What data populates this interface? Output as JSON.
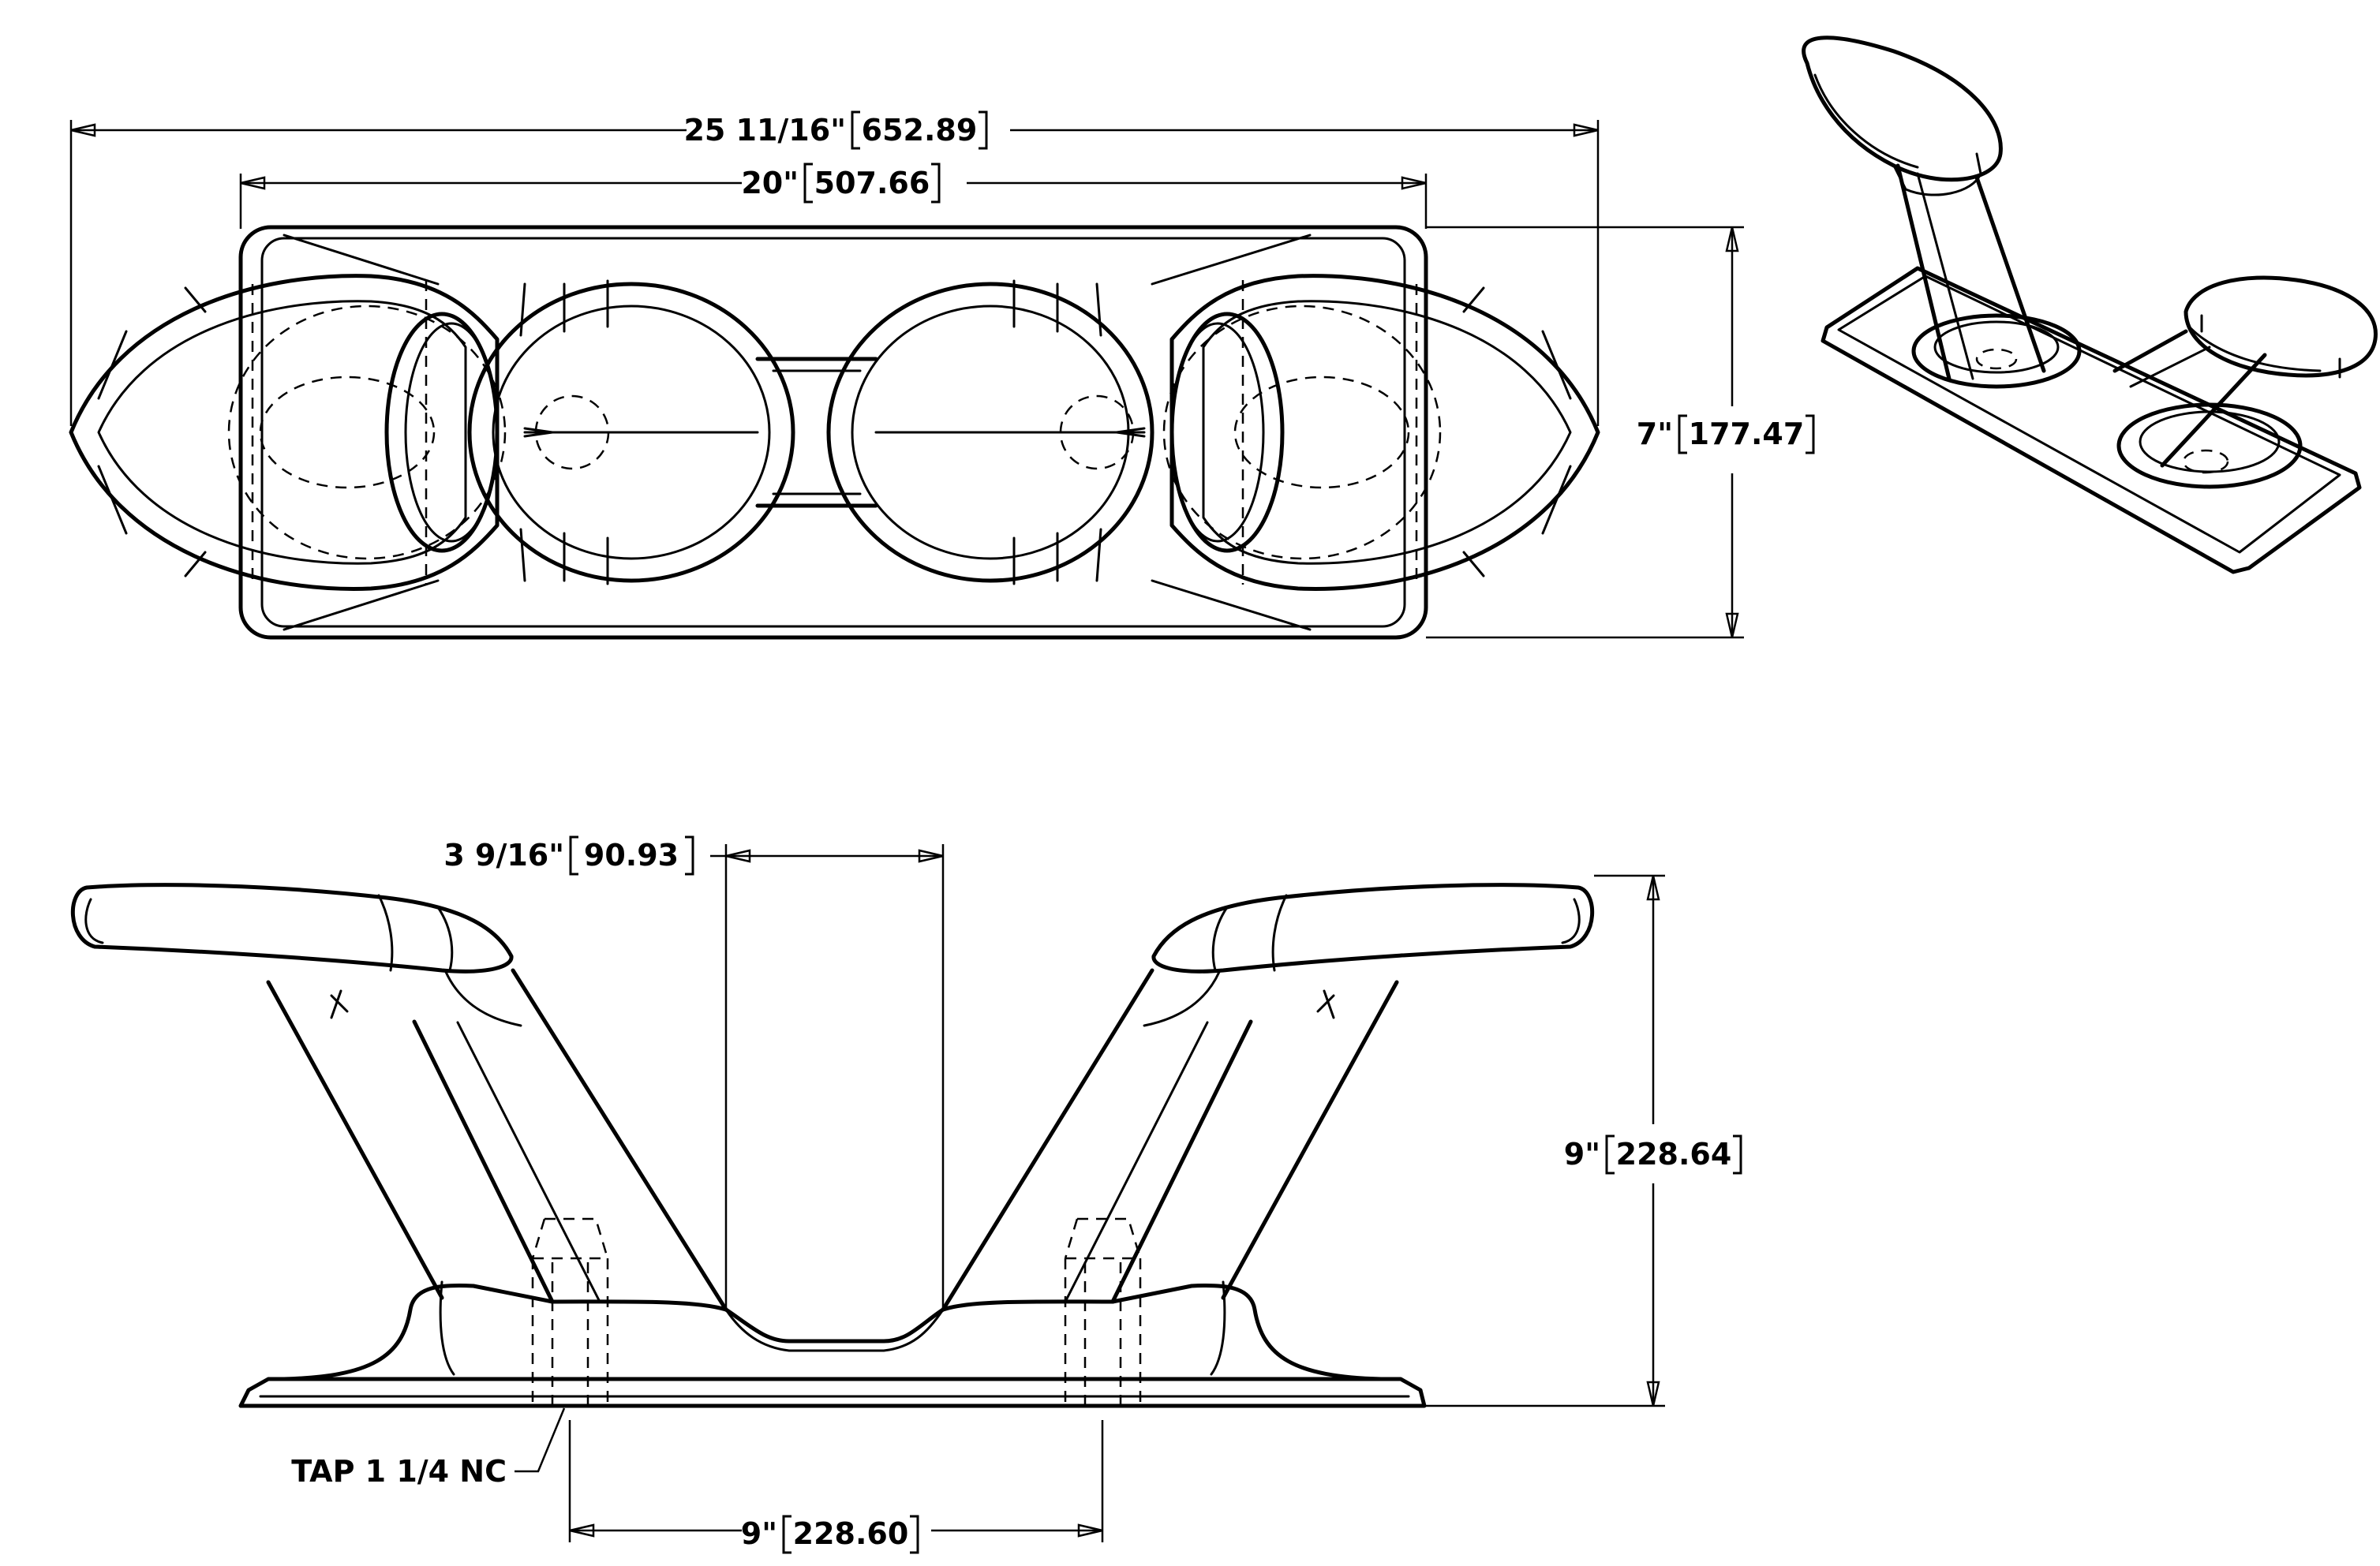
{
  "colors": {
    "line": "#000000",
    "background": "#ffffff"
  },
  "dimensions": {
    "overall_length": {
      "imperial": "25 11/16\"",
      "metric": "652.89"
    },
    "base_length": {
      "imperial": "20\"",
      "metric": "507.66"
    },
    "base_width": {
      "imperial": "7\"",
      "metric": "177.47"
    },
    "horn_gap": {
      "imperial": "3 9/16\"",
      "metric": "90.93"
    },
    "overall_height": {
      "imperial": "9\"",
      "metric": "228.64"
    },
    "bolt_spacing": {
      "imperial": "9\"",
      "metric": "228.60"
    }
  },
  "callouts": {
    "tap": "TAP 1 1/4 NC"
  }
}
